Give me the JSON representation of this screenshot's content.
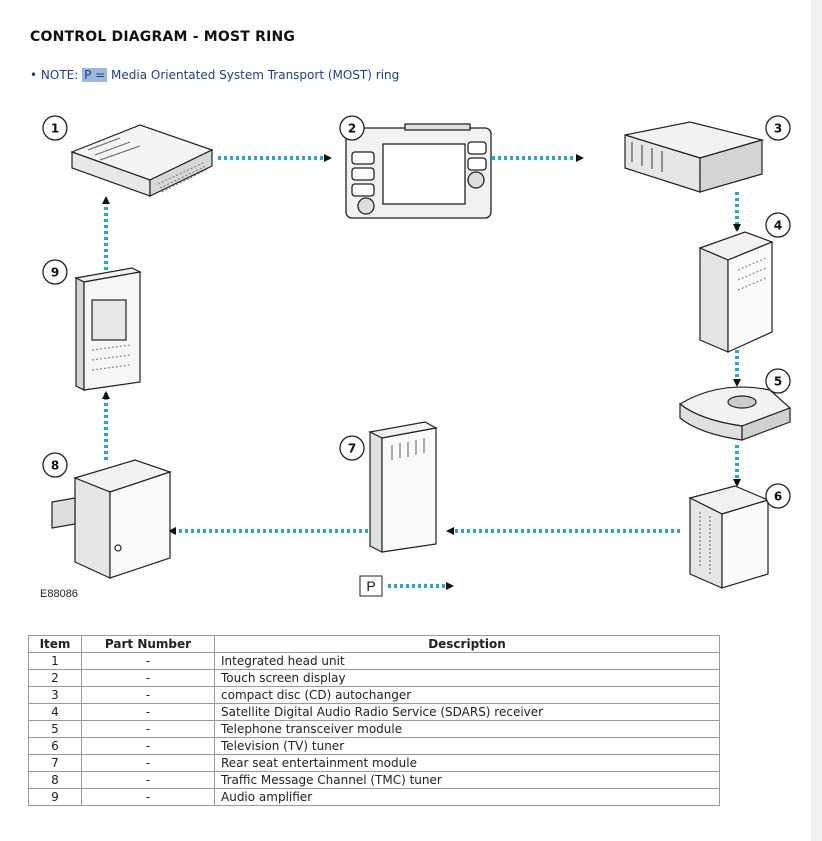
{
  "page": {
    "title": "CONTROL DIAGRAM - MOST RING",
    "note_prefix": "• NOTE: ",
    "note_highlight": "P =",
    "note_text": " Media Orientated System Transport (MOST) ring"
  },
  "diagram": {
    "figure_id": "E88086",
    "ring_marker": "P",
    "arrow_color": "#27a9c4",
    "callouts": [
      "1",
      "2",
      "3",
      "4",
      "5",
      "6",
      "7",
      "8",
      "9"
    ]
  },
  "table": {
    "headers": [
      "Item",
      "Part Number",
      "Description"
    ],
    "rows": [
      {
        "item": "1",
        "part": "-",
        "desc": "Integrated head unit"
      },
      {
        "item": "2",
        "part": "-",
        "desc": "Touch screen display"
      },
      {
        "item": "3",
        "part": "-",
        "desc": "compact disc (CD) autochanger"
      },
      {
        "item": "4",
        "part": "-",
        "desc": "Satellite Digital Audio Radio Service (SDARS) receiver"
      },
      {
        "item": "5",
        "part": "-",
        "desc": "Telephone transceiver module"
      },
      {
        "item": "6",
        "part": "-",
        "desc": "Television (TV) tuner"
      },
      {
        "item": "7",
        "part": "-",
        "desc": "Rear seat entertainment module"
      },
      {
        "item": "8",
        "part": "-",
        "desc": "Traffic Message Channel (TMC) tuner"
      },
      {
        "item": "9",
        "part": "-",
        "desc": "Audio amplifier"
      }
    ]
  }
}
